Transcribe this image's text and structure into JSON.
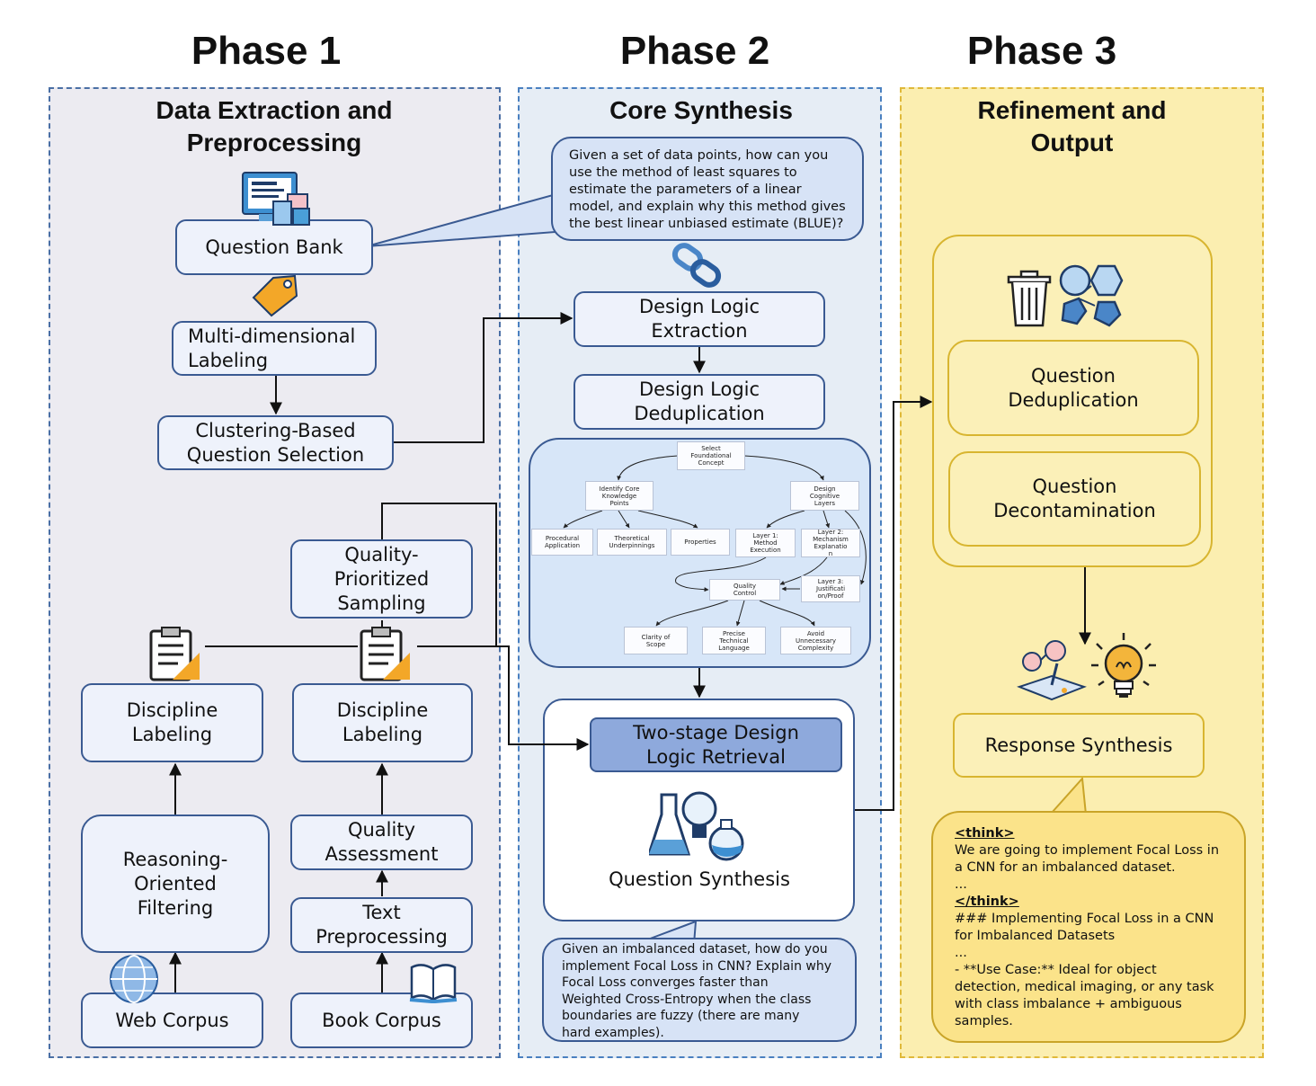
{
  "phases": {
    "p1": {
      "title": "Phase 1",
      "panel_title": "Data Extraction and\nPreprocessing"
    },
    "p2": {
      "title": "Phase 2",
      "panel_title": "Core Synthesis"
    },
    "p3": {
      "title": "Phase 3",
      "panel_title": "Refinement and\nOutput"
    }
  },
  "phase1": {
    "question_bank": "Question Bank",
    "labeling": "Multi-dimensional\nLabeling",
    "clustering": "Clustering-Based\nQuestion Selection",
    "quality_sampling": "Quality-\nPrioritized\nSampling",
    "discipline_left": "Discipline\nLabeling",
    "discipline_right": "Discipline\nLabeling",
    "reasoning_filter": "Reasoning-\nOriented\nFiltering",
    "quality_assessment": "Quality\nAssessment",
    "text_preprocessing": "Text\nPreprocessing",
    "web_corpus": "Web Corpus",
    "book_corpus": "Book Corpus"
  },
  "phase2": {
    "example_question": "Given a set of data points, how can you\nuse the method of least squares to\nestimate the parameters of a linear\nmodel, and explain why this method gives\nthe best linear unbiased estimate (BLUE)?",
    "extraction": "Design Logic\nExtraction",
    "deduplication": "Design Logic\nDeduplication",
    "flow": {
      "select": "Select\nFoundational\nConcept",
      "identify": "Identify Core\nKnowledge\nPoints",
      "design_layers": "Design\nCognitive\nLayers",
      "procedural": "Procedural\nApplication",
      "theoretical": "Theoretical\nUnderpinnings",
      "properties": "Properties",
      "layer1": "Layer 1:\nMethod\nExecution",
      "layer2": "Layer 2:\nMechanism\nExplanatio\nn",
      "layer3": "Layer 3:\nJustificati\non/Proof",
      "quality": "Quality\nControl",
      "clarity": "Clarity of\nScope",
      "precise": "Precise\nTechnical\nLanguage",
      "avoid": "Avoid\nUnnecessary\nComplexity"
    },
    "retrieval": "Two-stage Design\nLogic Retrieval",
    "synthesis": "Question Synthesis",
    "generated_question": "Given an imbalanced dataset, how do you\nimplement Focal Loss in CNN? Explain why\nFocal Loss converges faster than\nWeighted Cross-Entropy when the class\nboundaries are fuzzy (there are many\nhard examples)."
  },
  "phase3": {
    "dedup": "Question\nDeduplication",
    "decontam": "Question\nDecontamination",
    "response": "Response Synthesis",
    "think_open": "<think>",
    "think_body": "We are going to implement Focal Loss in\na CNN for an imbalanced dataset.\n...",
    "think_close": "</think>",
    "answer_body": "### Implementing Focal Loss in a CNN\nfor Imbalanced Datasets\n...\n- **Use Case:** Ideal for object\ndetection, medical imaging, or any task\nwith class imbalance + ambiguous\nsamples."
  },
  "icons": [
    "computer-icon",
    "price-tag-icon",
    "clipboard-icon",
    "globe-icon",
    "open-book-icon",
    "chain-link-icon",
    "flask-lightbulb-icon",
    "trash-can-icon",
    "hexagon-network-icon",
    "experiment-icon",
    "lightbulb-icon"
  ],
  "colors": {
    "phase1_bg": "#ecebf1",
    "phase2_bg": "#e6edf5",
    "phase3_bg": "#fbeeb0",
    "node_border": "#3a5a92",
    "highlight": "#8ea9dc",
    "yellow_border": "#d8b530"
  }
}
